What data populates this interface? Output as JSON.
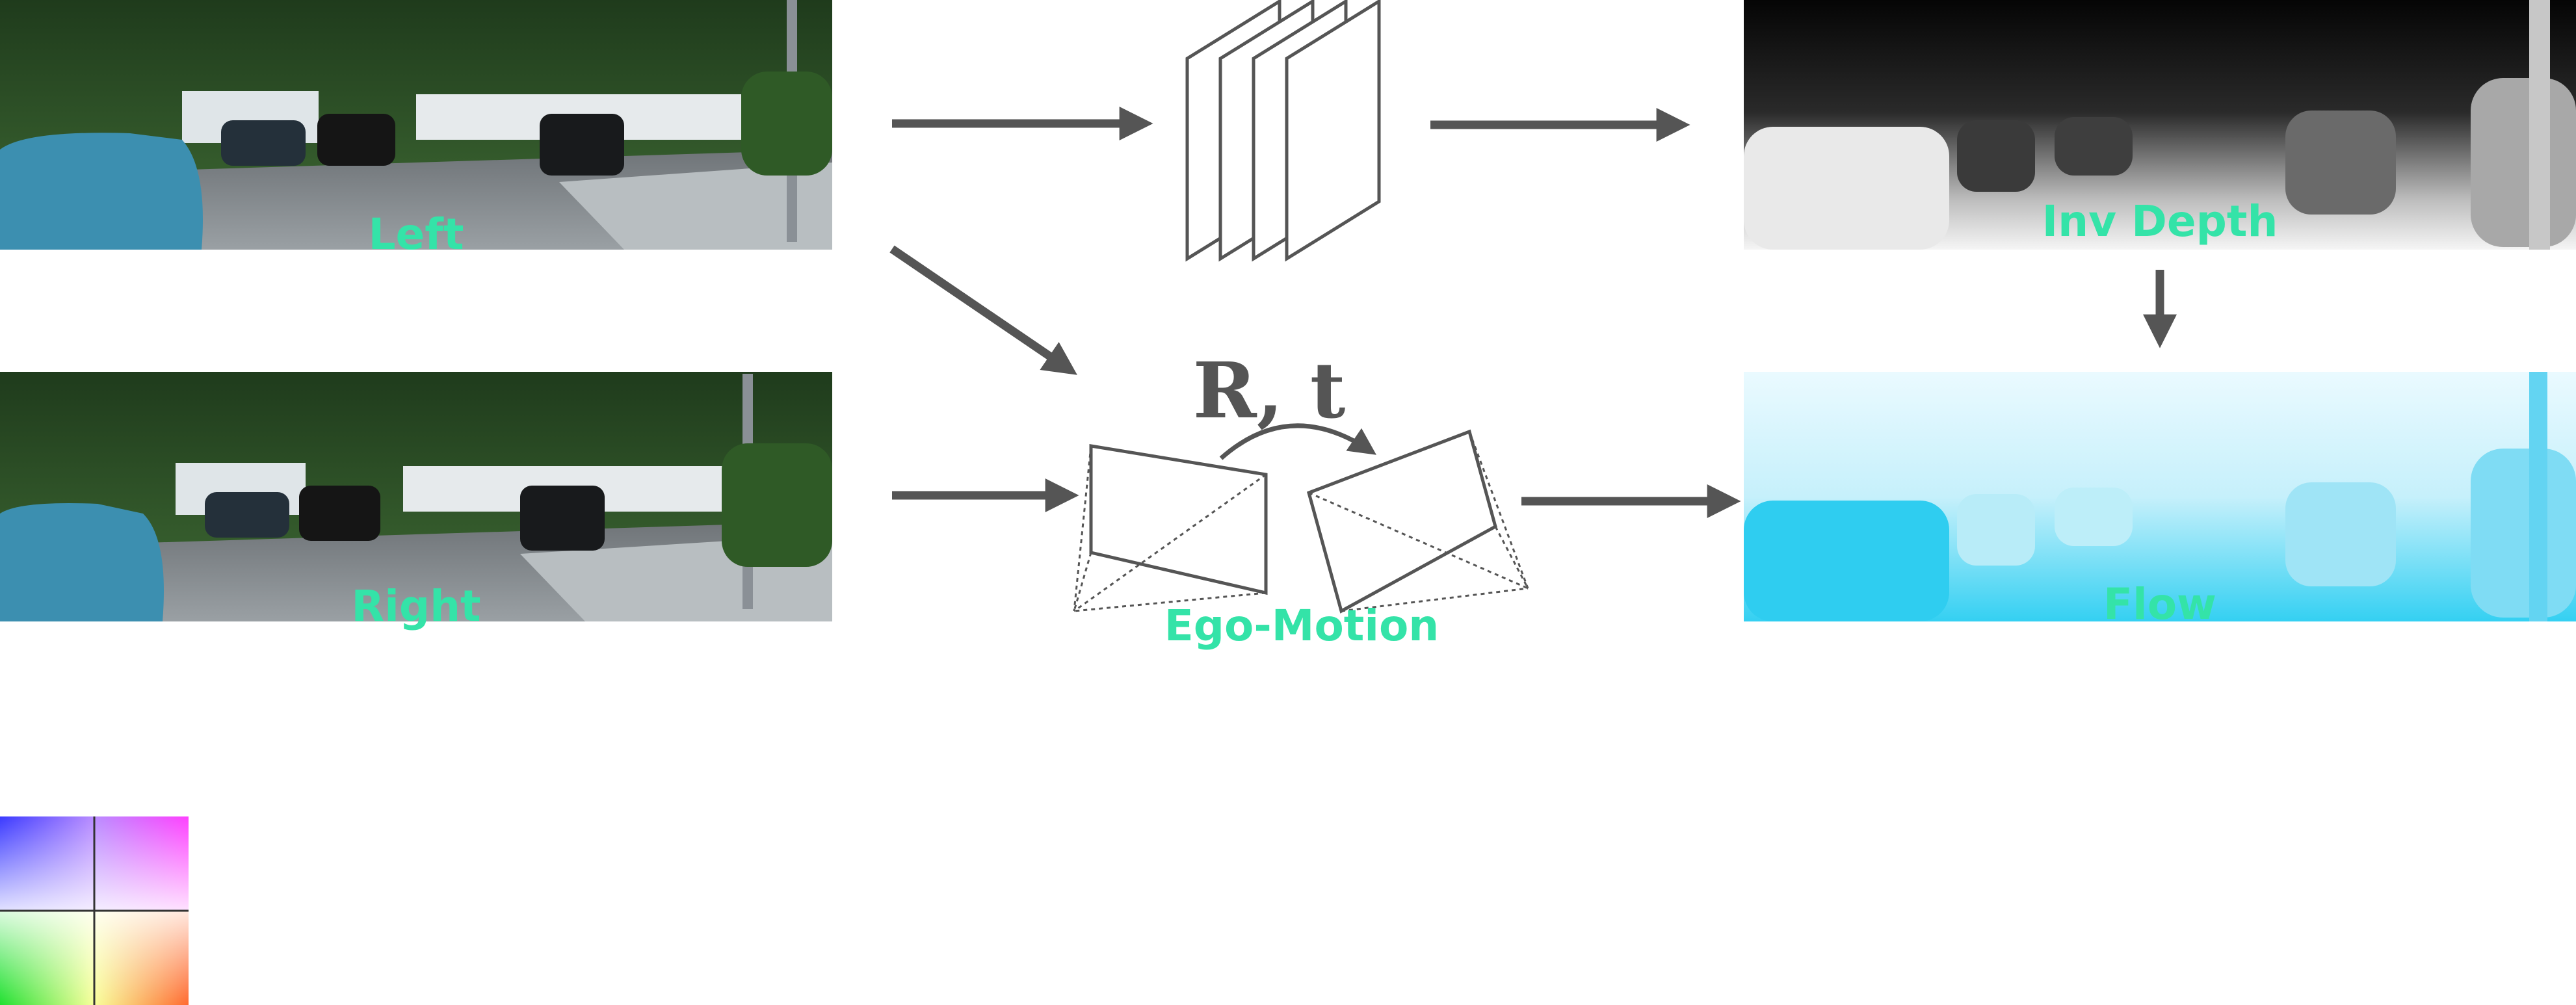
{
  "labels": {
    "left": "Left",
    "right": "Right",
    "inv_depth": "Inv Depth",
    "flow": "Flow",
    "ego_motion": "Ego-Motion",
    "rotation_translation": "R, t"
  },
  "colors": {
    "label": "#34e3a8",
    "arrow": "#555555",
    "outline": "#555555",
    "background": "#ffffff"
  },
  "icons": {
    "network": "stacked-layers-icon",
    "camera": "camera-frustum-icon",
    "color_wheel": "flow-color-wheel-icon"
  }
}
